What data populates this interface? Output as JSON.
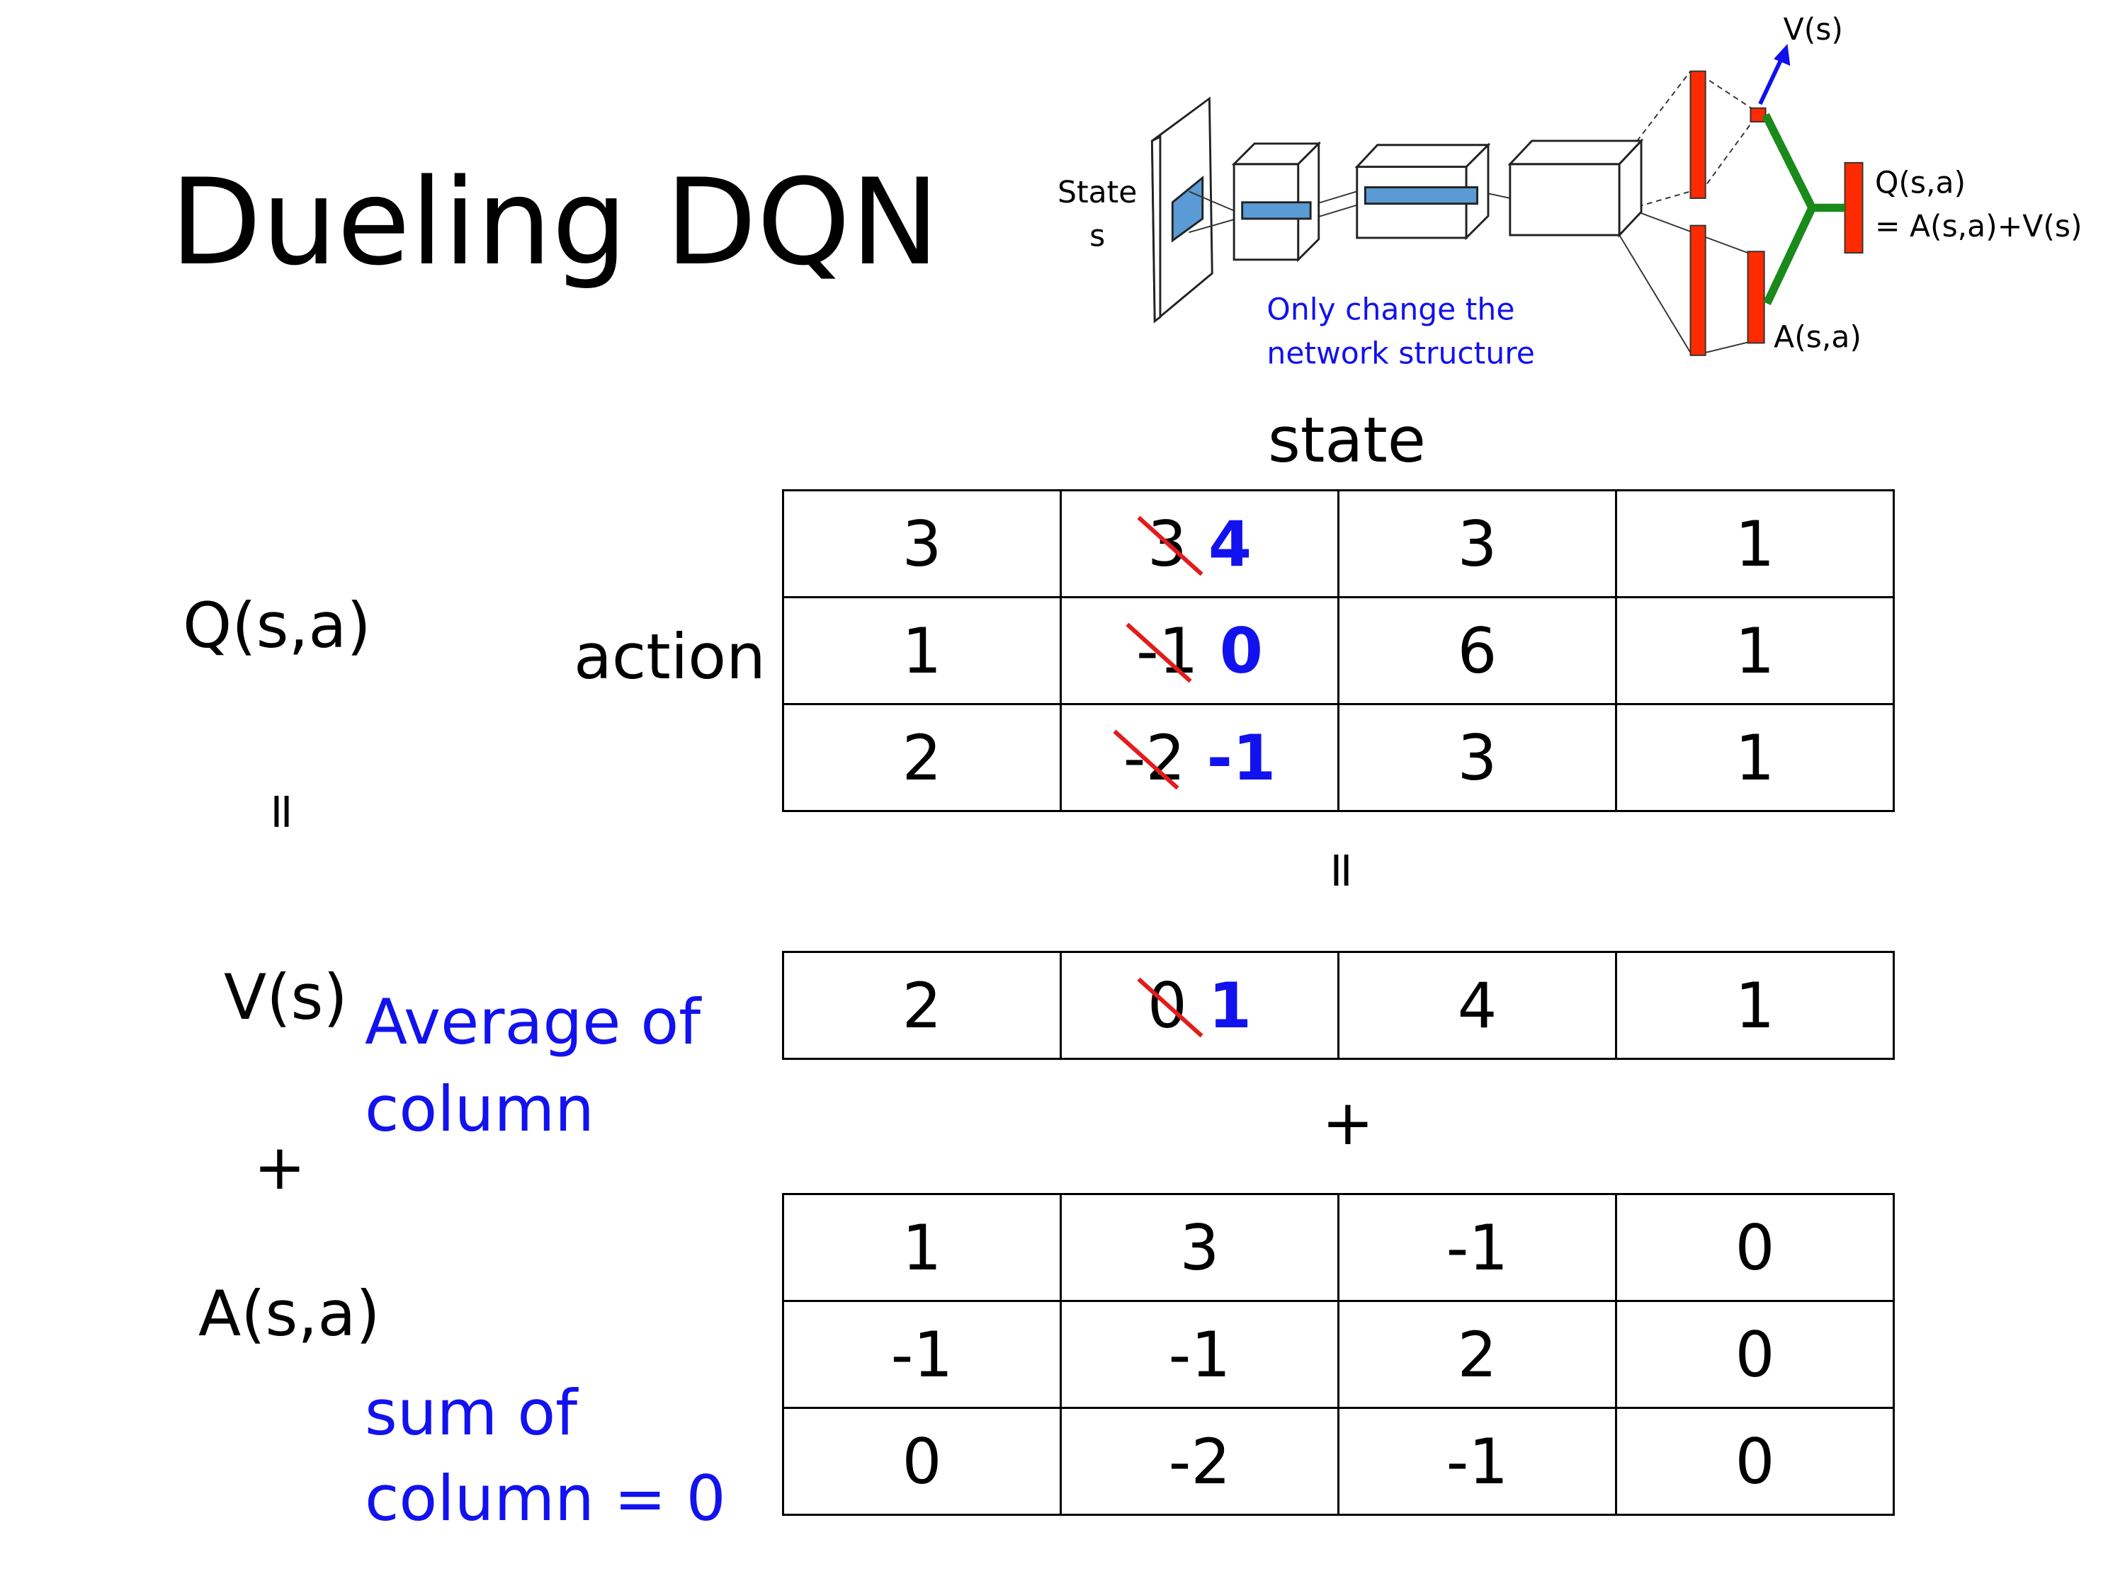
{
  "title": "Dueling DQN",
  "diagram": {
    "state_label": "State",
    "state_sub": "s",
    "note_line1": "Only change the",
    "note_line2": "network structure",
    "v_label": "V(s)",
    "q_label": "Q(s,a)",
    "q_formula": "= A(s,a)+V(s)",
    "a_label": "A(s,a)",
    "colors": {
      "conv_block": "#5b9bd5",
      "fc_layer": "#ff2a00",
      "value_arrow": "#1010ee",
      "merge_lines": "#1a8a1a",
      "note": "#1212ee"
    }
  },
  "labels": {
    "state": "state",
    "action": "action",
    "q": "Q(s,a)",
    "equals_left": "=",
    "equals_mid": "=",
    "v": "V(s)",
    "plus_left": "+",
    "plus_mid": "+",
    "a": "A(s,a)",
    "avg_line1": "Average of",
    "avg_line2": "column",
    "sum_line1": "sum of",
    "sum_line2": "column = 0"
  },
  "q_table": [
    [
      {
        "v": "3"
      },
      {
        "old": "3",
        "new": "4"
      },
      {
        "v": "3"
      },
      {
        "v": "1"
      }
    ],
    [
      {
        "v": "1"
      },
      {
        "old": "-1",
        "new": "0"
      },
      {
        "v": "6"
      },
      {
        "v": "1"
      }
    ],
    [
      {
        "v": "2"
      },
      {
        "old": "-2",
        "new": "-1"
      },
      {
        "v": "3"
      },
      {
        "v": "1"
      }
    ]
  ],
  "v_table": [
    [
      {
        "v": "2"
      },
      {
        "old": "0",
        "new": "1"
      },
      {
        "v": "4"
      },
      {
        "v": "1"
      }
    ]
  ],
  "a_table": [
    [
      {
        "v": "1"
      },
      {
        "v": "3"
      },
      {
        "v": "-1"
      },
      {
        "v": "0"
      }
    ],
    [
      {
        "v": "-1"
      },
      {
        "v": "-1"
      },
      {
        "v": "2"
      },
      {
        "v": "0"
      }
    ],
    [
      {
        "v": "0"
      },
      {
        "v": "-2"
      },
      {
        "v": "-1"
      },
      {
        "v": "0"
      }
    ]
  ]
}
